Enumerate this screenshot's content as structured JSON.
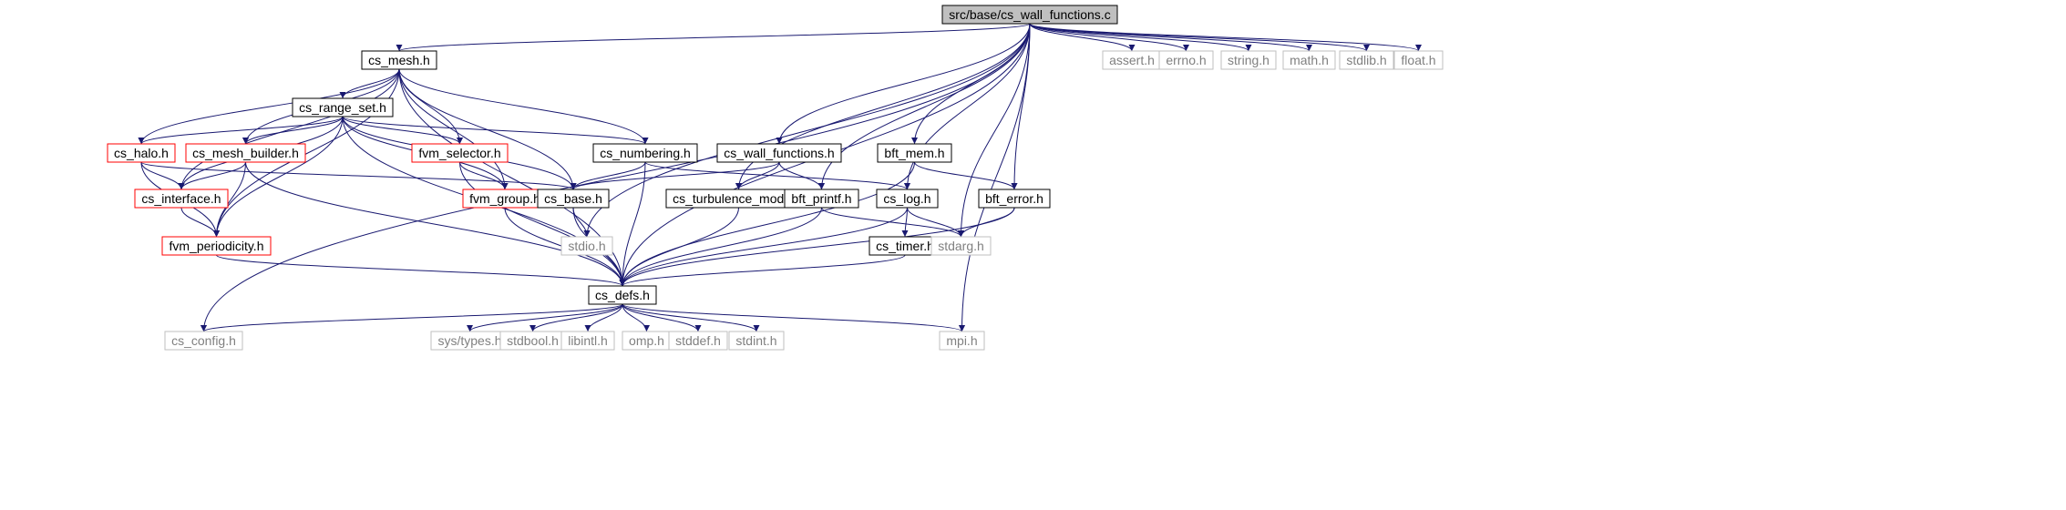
{
  "graph": {
    "root": "src/base/cs_wall_functions.c",
    "nodes": [
      {
        "id": "root",
        "label": "src/base/cs_wall_functions.c",
        "style": "root"
      },
      {
        "id": "cs_mesh",
        "label": "cs_mesh.h",
        "style": "normal"
      },
      {
        "id": "assert",
        "label": "assert.h",
        "style": "external"
      },
      {
        "id": "errno",
        "label": "errno.h",
        "style": "external"
      },
      {
        "id": "string",
        "label": "string.h",
        "style": "external"
      },
      {
        "id": "math",
        "label": "math.h",
        "style": "external"
      },
      {
        "id": "stdlib",
        "label": "stdlib.h",
        "style": "external"
      },
      {
        "id": "float",
        "label": "float.h",
        "style": "external"
      },
      {
        "id": "cs_range_set",
        "label": "cs_range_set.h",
        "style": "normal"
      },
      {
        "id": "cs_wall_functions",
        "label": "cs_wall_functions.h",
        "style": "normal"
      },
      {
        "id": "bft_mem",
        "label": "bft_mem.h",
        "style": "normal"
      },
      {
        "id": "cs_halo",
        "label": "cs_halo.h",
        "style": "truncated"
      },
      {
        "id": "cs_mesh_builder",
        "label": "cs_mesh_builder.h",
        "style": "truncated"
      },
      {
        "id": "fvm_selector",
        "label": "fvm_selector.h",
        "style": "truncated"
      },
      {
        "id": "cs_numbering",
        "label": "cs_numbering.h",
        "style": "normal"
      },
      {
        "id": "cs_interface",
        "label": "cs_interface.h",
        "style": "truncated"
      },
      {
        "id": "fvm_group",
        "label": "fvm_group.h",
        "style": "truncated"
      },
      {
        "id": "cs_base",
        "label": "cs_base.h",
        "style": "normal"
      },
      {
        "id": "cs_turbulence_model",
        "label": "cs_turbulence_model.h",
        "style": "normal"
      },
      {
        "id": "bft_printf",
        "label": "bft_printf.h",
        "style": "normal"
      },
      {
        "id": "cs_log",
        "label": "cs_log.h",
        "style": "normal"
      },
      {
        "id": "bft_error",
        "label": "bft_error.h",
        "style": "normal"
      },
      {
        "id": "fvm_periodicity",
        "label": "fvm_periodicity.h",
        "style": "truncated"
      },
      {
        "id": "stdio",
        "label": "stdio.h",
        "style": "external"
      },
      {
        "id": "cs_timer",
        "label": "cs_timer.h",
        "style": "normal"
      },
      {
        "id": "stdarg",
        "label": "stdarg.h",
        "style": "external"
      },
      {
        "id": "cs_defs",
        "label": "cs_defs.h",
        "style": "normal"
      },
      {
        "id": "cs_config",
        "label": "cs_config.h",
        "style": "external"
      },
      {
        "id": "sys_types",
        "label": "sys/types.h",
        "style": "external"
      },
      {
        "id": "stdbool",
        "label": "stdbool.h",
        "style": "external"
      },
      {
        "id": "libintl",
        "label": "libintl.h",
        "style": "external"
      },
      {
        "id": "omp",
        "label": "omp.h",
        "style": "external"
      },
      {
        "id": "stddef",
        "label": "stddef.h",
        "style": "external"
      },
      {
        "id": "stdint",
        "label": "stdint.h",
        "style": "external"
      },
      {
        "id": "mpi",
        "label": "mpi.h",
        "style": "external"
      }
    ],
    "edges": [
      [
        "root",
        "cs_mesh"
      ],
      [
        "root",
        "assert"
      ],
      [
        "root",
        "errno"
      ],
      [
        "root",
        "string"
      ],
      [
        "root",
        "math"
      ],
      [
        "root",
        "stdlib"
      ],
      [
        "root",
        "float"
      ],
      [
        "root",
        "cs_config"
      ],
      [
        "root",
        "cs_wall_functions"
      ],
      [
        "root",
        "cs_turbulence_model"
      ],
      [
        "root",
        "stdio"
      ],
      [
        "root",
        "bft_printf"
      ],
      [
        "root",
        "bft_mem"
      ],
      [
        "root",
        "cs_log"
      ],
      [
        "root",
        "stdarg"
      ],
      [
        "root",
        "bft_error"
      ],
      [
        "root",
        "cs_defs"
      ],
      [
        "root",
        "mpi"
      ],
      [
        "cs_mesh",
        "cs_range_set"
      ],
      [
        "cs_mesh",
        "cs_halo"
      ],
      [
        "cs_mesh",
        "cs_mesh_builder"
      ],
      [
        "cs_mesh",
        "fvm_selector"
      ],
      [
        "cs_mesh",
        "cs_numbering"
      ],
      [
        "cs_mesh",
        "cs_interface"
      ],
      [
        "cs_mesh",
        "fvm_group"
      ],
      [
        "cs_mesh",
        "cs_base"
      ],
      [
        "cs_mesh",
        "fvm_periodicity"
      ],
      [
        "cs_mesh",
        "cs_defs"
      ],
      [
        "cs_range_set",
        "cs_halo"
      ],
      [
        "cs_range_set",
        "cs_mesh_builder"
      ],
      [
        "cs_range_set",
        "fvm_selector"
      ],
      [
        "cs_range_set",
        "cs_numbering"
      ],
      [
        "cs_range_set",
        "cs_interface"
      ],
      [
        "cs_range_set",
        "fvm_group"
      ],
      [
        "cs_range_set",
        "cs_base"
      ],
      [
        "cs_range_set",
        "fvm_periodicity"
      ],
      [
        "cs_range_set",
        "cs_defs"
      ],
      [
        "cs_halo",
        "cs_interface"
      ],
      [
        "cs_halo",
        "cs_base"
      ],
      [
        "cs_halo",
        "fvm_periodicity"
      ],
      [
        "cs_mesh_builder",
        "cs_interface"
      ],
      [
        "cs_mesh_builder",
        "fvm_periodicity"
      ],
      [
        "cs_mesh_builder",
        "cs_defs"
      ],
      [
        "fvm_selector",
        "fvm_group"
      ],
      [
        "fvm_selector",
        "cs_defs"
      ],
      [
        "cs_numbering",
        "cs_base"
      ],
      [
        "cs_numbering",
        "cs_log"
      ],
      [
        "cs_numbering",
        "cs_defs"
      ],
      [
        "cs_interface",
        "fvm_periodicity"
      ],
      [
        "fvm_group",
        "cs_defs"
      ],
      [
        "cs_base",
        "stdio"
      ],
      [
        "cs_base",
        "cs_defs"
      ],
      [
        "cs_wall_functions",
        "cs_base"
      ],
      [
        "cs_wall_functions",
        "cs_turbulence_model"
      ],
      [
        "cs_wall_functions",
        "bft_printf"
      ],
      [
        "cs_turbulence_model",
        "cs_defs"
      ],
      [
        "bft_printf",
        "stdarg"
      ],
      [
        "bft_printf",
        "cs_defs"
      ],
      [
        "bft_mem",
        "bft_error"
      ],
      [
        "bft_mem",
        "cs_defs"
      ],
      [
        "cs_log",
        "cs_timer"
      ],
      [
        "cs_log",
        "stdarg"
      ],
      [
        "cs_log",
        "cs_defs"
      ],
      [
        "bft_error",
        "stdarg"
      ],
      [
        "bft_error",
        "cs_defs"
      ],
      [
        "cs_timer",
        "cs_defs"
      ],
      [
        "fvm_periodicity",
        "cs_defs"
      ],
      [
        "cs_defs",
        "cs_config"
      ],
      [
        "cs_defs",
        "sys_types"
      ],
      [
        "cs_defs",
        "stdbool"
      ],
      [
        "cs_defs",
        "libintl"
      ],
      [
        "cs_defs",
        "omp"
      ],
      [
        "cs_defs",
        "stddef"
      ],
      [
        "cs_defs",
        "stdint"
      ],
      [
        "cs_defs",
        "mpi"
      ]
    ]
  },
  "colors": {
    "edge": "#191970",
    "node_border": "#000000",
    "external_border": "#bfbfbf",
    "external_text": "#808080",
    "truncated_border": "#ff0000",
    "root_fill": "#bfbfbf",
    "background": "#ffffff"
  }
}
